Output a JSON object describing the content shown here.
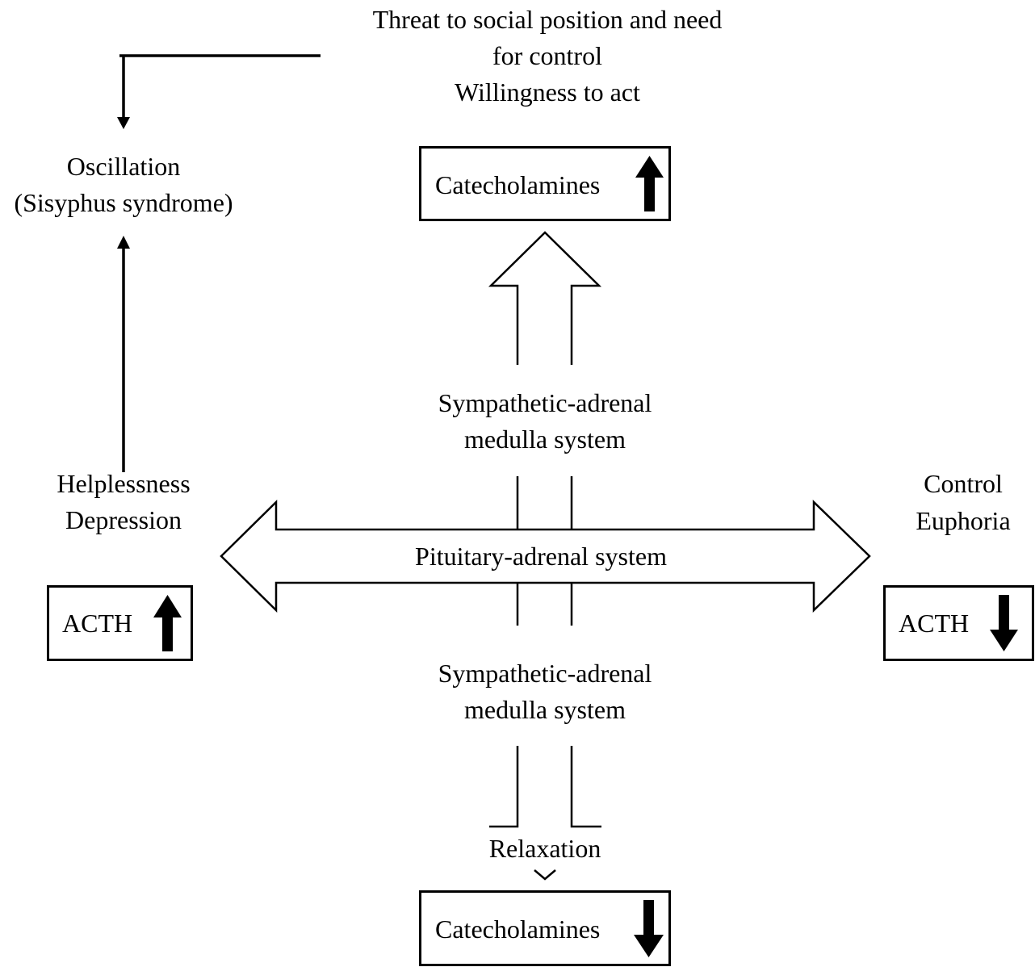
{
  "top": {
    "lines": [
      "Threat to social position and  need",
      "for control",
      "Willingness to act"
    ]
  },
  "oscillation": {
    "lines": [
      "Oscillation",
      "(Sisyphus syndrome)"
    ]
  },
  "catecholamines_top": {
    "label": "Catecholamines",
    "direction": "up"
  },
  "sympathetic_top": {
    "lines": [
      "Sympathetic-adrenal",
      "medulla system"
    ]
  },
  "pituitary": {
    "label": "Pituitary-adrenal system"
  },
  "left": {
    "lines": [
      "Helplessness",
      "Depression"
    ],
    "box_label": "ACTH",
    "direction": "up"
  },
  "right": {
    "lines": [
      "Control",
      "Euphoria"
    ],
    "box_label": "ACTH",
    "direction": "down"
  },
  "sympathetic_bottom": {
    "lines": [
      "Sympathetic-adrenal",
      "medulla system"
    ]
  },
  "relaxation": {
    "label": "Relaxation"
  },
  "catecholamines_bottom": {
    "label": "Catecholamines",
    "direction": "down"
  }
}
